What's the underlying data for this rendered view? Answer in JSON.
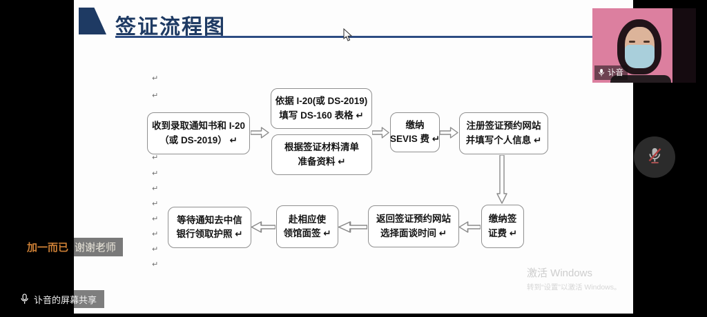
{
  "slide": {
    "title": "签证流程图",
    "paragraph_mark": "↵",
    "flow": {
      "receive": {
        "line1": "收到录取通知书和 I-20",
        "line2": "（或 DS-2019） ↵"
      },
      "ds160": {
        "line1": "依据 I-20(或 DS-2019)",
        "line2": "填写 DS-160 表格 ↵"
      },
      "materials": {
        "line1": "根据签证材料清单",
        "line2": "准备资料 ↵"
      },
      "sevis": {
        "line1": "缴纳",
        "line2": "SEVIS 费 ↵"
      },
      "register": {
        "line1": "注册签证预约网站",
        "line2": "并填写个人信息 ↵"
      },
      "visafee": {
        "line1": "缴纳签",
        "line2": "证费 ↵"
      },
      "schedule": {
        "line1": "返回签证预约网站",
        "line2": "选择面谈时间 ↵"
      },
      "interview": {
        "line1": "赴相应使",
        "line2": "领馆面签 ↵"
      },
      "passport": {
        "line1": "等待通知去中信",
        "line2": "银行领取护照 ↵"
      }
    }
  },
  "overlays": {
    "chat": {
      "sender": "加一而已",
      "message": "谢谢老师"
    },
    "share_label": "讣音的屏幕共享",
    "webcam_name": "讣音",
    "watermark_line1": "激活 Windows",
    "watermark_line2": "转到“设置”以激活 Windows。"
  },
  "icons": {
    "mic": "microphone-icon",
    "mic_muted": "microphone-muted-icon",
    "cursor": "mouse-cursor"
  },
  "colors": {
    "title_navy": "#1e3a63",
    "box_border": "#8f8f8f",
    "chat_sender_orange": "#cc7f35",
    "webcam_pink": "#dc7f9f",
    "mask_blue": "#a9cfdb",
    "mute_slash_red": "#b04040"
  }
}
